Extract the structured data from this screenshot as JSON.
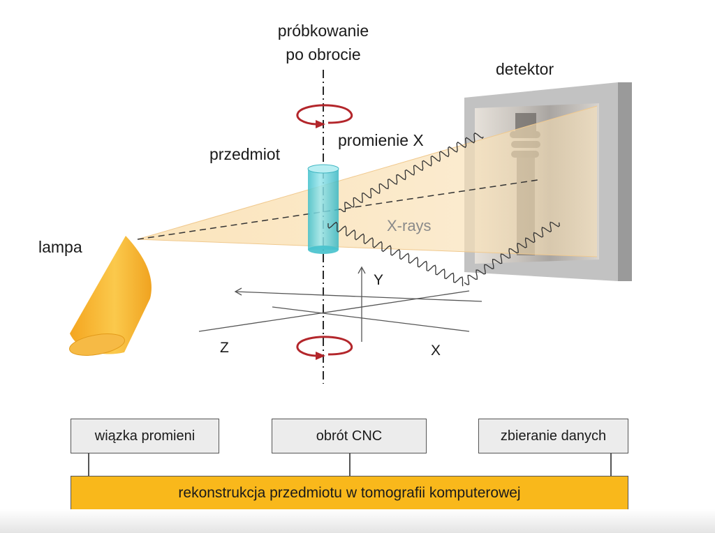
{
  "labels": {
    "sampling_line1": "próbkowanie",
    "sampling_line2": "po obrocie",
    "detector": "detektor",
    "xrays_pl": "promienie X",
    "object": "przedmiot",
    "xrays_en": "X-rays",
    "lamp": "lampa",
    "axis_y": "Y",
    "axis_z": "Z",
    "axis_x": "X"
  },
  "process": {
    "beam": "wiązka promieni",
    "rotation": "obrót CNC",
    "data": "zbieranie danych",
    "reconstruction": "rekonstrukcja przedmiotu w tomografii komputerowej"
  },
  "colors": {
    "lamp": "#f7b733",
    "beam": "#fbe3b8",
    "object": "#5fd4dc",
    "rotation_arrow": "#b3262b",
    "detector_frame": "#c7c7c7",
    "reconstruction_bar": "#f9b81b"
  }
}
